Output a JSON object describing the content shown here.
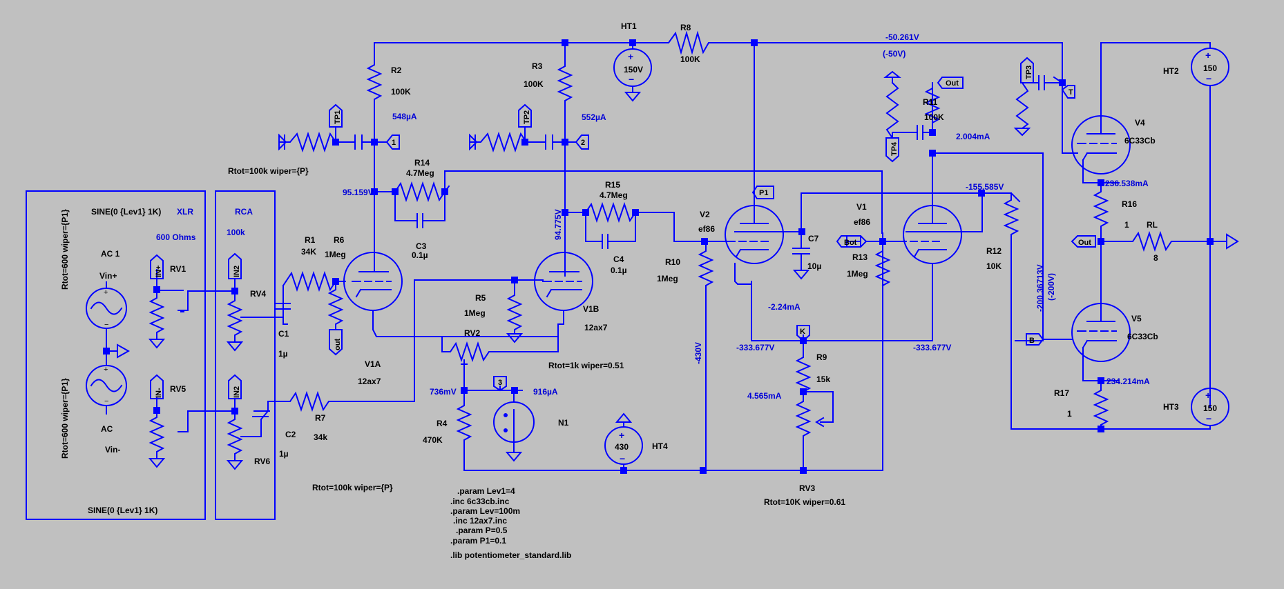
{
  "colors": {
    "background": "#c0c0c0",
    "wire": "#0000ff",
    "label": "#000000",
    "annotation": "#0000d8"
  },
  "boxes": {
    "xlr": {
      "name": "XLR",
      "impedance": "600 Ohms",
      "top_source": "SINE(0 {Lev1} 1K)",
      "bottom_source": "SINE(0 {Lev1} 1K)",
      "left_pot_top": "Rtot=600 wiper={P1}",
      "left_pot_bottom": "Rtot=600 wiper={P1}",
      "source_top": "AC 1",
      "source_top_node": "Vin+",
      "source_bottom": "AC",
      "source_bottom_node": "Vin-",
      "pot_top": "RV1",
      "pot_bottom": "RV5",
      "flag_top": "IN+",
      "flag_bottom": "IN-"
    },
    "rca": {
      "name": "RCA",
      "impedance": "100k",
      "pot_top": "RV4",
      "pot_bottom": "RV6",
      "flag_top": "IN2",
      "flag_bottom": "IN2"
    }
  },
  "components": {
    "R1": {
      "ref": "R1",
      "value": "34K"
    },
    "R2": {
      "ref": "R2",
      "value": "100K"
    },
    "R3": {
      "ref": "R3",
      "value": "100K"
    },
    "R4": {
      "ref": "R4",
      "value": "470K"
    },
    "R5": {
      "ref": "R5",
      "value": "1Meg"
    },
    "R6": {
      "ref": "R6",
      "value": "1Meg"
    },
    "R7": {
      "ref": "R7",
      "value": "34k"
    },
    "R8": {
      "ref": "R8",
      "value": "100K"
    },
    "R9": {
      "ref": "R9",
      "value": "15k"
    },
    "R10": {
      "ref": "R10",
      "value": "1Meg"
    },
    "R11": {
      "ref": "R11",
      "value": "100K"
    },
    "R12": {
      "ref": "R12",
      "value": "10K"
    },
    "R13": {
      "ref": "R13",
      "value": "1Meg"
    },
    "R14": {
      "ref": "R14",
      "value": "4.7Meg"
    },
    "R15": {
      "ref": "R15",
      "value": "4.7Meg"
    },
    "R16": {
      "ref": "R16",
      "value": "1"
    },
    "R17": {
      "ref": "R17",
      "value": "1"
    },
    "RL": {
      "ref": "RL",
      "value": "8"
    },
    "C1": {
      "ref": "C1",
      "value": "1µ"
    },
    "C2": {
      "ref": "C2",
      "value": "1µ"
    },
    "C3": {
      "ref": "C3",
      "value": "0.1µ"
    },
    "C4": {
      "ref": "C4",
      "value": "0.1µ"
    },
    "C7": {
      "ref": "C7",
      "value": "10µ"
    },
    "V1A": {
      "ref": "V1A",
      "value": "12ax7"
    },
    "V1B": {
      "ref": "V1B",
      "value": "12ax7"
    },
    "V1": {
      "ref": "V1",
      "value": "ef86"
    },
    "V2": {
      "ref": "V2",
      "value": "ef86"
    },
    "V4": {
      "ref": "V4",
      "value": "6C33Cb"
    },
    "V5": {
      "ref": "V5",
      "value": "6C33Cb"
    },
    "RV2": {
      "ref": "RV2"
    },
    "RV3": {
      "ref": "RV3"
    },
    "N1": {
      "ref": "N1"
    },
    "HT1": {
      "ref": "HT1",
      "value": "150V"
    },
    "HT2": {
      "ref": "HT2",
      "value": "150"
    },
    "HT3": {
      "ref": "HT3",
      "value": "150"
    },
    "HT4": {
      "ref": "HT4",
      "value": "430"
    }
  },
  "pot_params": {
    "rv4": "Rtot=100k wiper={P}",
    "rv6": "Rtot=100k wiper={P}",
    "rv2": "Rtot=1k wiper=0.51",
    "rv3": "Rtot=10K wiper=0.61"
  },
  "flags": {
    "tp1": "TP1",
    "tp2": "TP2",
    "tp3": "TP3",
    "tp4": "TP4",
    "n1": "1",
    "n2": "2",
    "n3": "3",
    "p1": "P1",
    "bot": "Bot",
    "out_top": "Out",
    "out_mid": "Out",
    "out_v1a": "out",
    "k": "K",
    "t": "T",
    "b": "B"
  },
  "annotations": {
    "i_r2": "548µA",
    "i_r3": "552µA",
    "v_grid1": "95.159V",
    "v_plate_v1b": "94.775V",
    "v_ht_rail": "-50.261V",
    "v_ht_rail_nominal": "(-50V)",
    "i_r11": "2.004mA",
    "v_k_v4": "236.538mA",
    "v_top": "-155.585V",
    "v_r12": "-200.36713V",
    "v_r12_nominal": "(-200V)",
    "v_bias": "-430V",
    "i_v2": "-2.24mA",
    "v_k1": "-333.677V",
    "v_k2": "-333.677V",
    "i_r9": "4.565mA",
    "i_v5": "234.214mA",
    "v_rv2": "736mV",
    "i_n1": "916µA"
  },
  "directives": [
    ".param Lev1=4",
    ".inc 6c33cb.inc",
    ".param Lev=100m",
    ".inc 12ax7.inc",
    ".param P=0.5",
    ".param P1=0.1",
    ".lib potentiometer_standard.lib"
  ]
}
